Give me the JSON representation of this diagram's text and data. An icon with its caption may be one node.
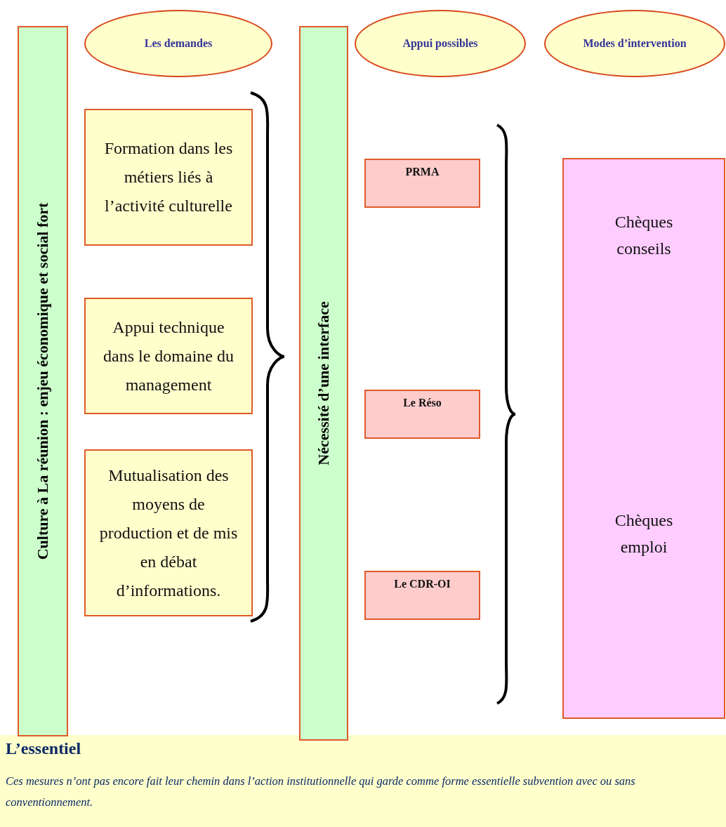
{
  "diagram": {
    "nodes": [
      {
        "text": [
          "Culture à La réunion : enjeu économique et social fort"
        ]
      },
      {
        "text": [
          "Les demandes"
        ]
      },
      {
        "text": [
          "Formation dans les métiers liés  à l’activité culturelle"
        ]
      },
      {
        "text": [
          "Appui technique dans le domaine du management"
        ]
      },
      {
        "text": [
          "Mutualisation des moyens de production et de mis en débat d’informations."
        ]
      },
      {
        "text": [
          "Nécessité d’une interface"
        ]
      },
      {
        "text": [
          "Appui possibles"
        ]
      },
      {
        "text": [
          "PRMA"
        ]
      },
      {
        "text": [
          "Le Réso"
        ]
      },
      {
        "text": [
          "Le CDR-OI"
        ]
      },
      {
        "text": [
          "Modes d’intervention"
        ]
      },
      {
        "text": [
          "Chèques conseils",
          "Chèques emploi"
        ]
      },
      {
        "text": [
          "L’essentiel",
          "Ces mesures n’ont pas encore fait leur chemin dans l’action institutionnelle qui garde comme forme essentielle subvention avec ou sans conventionnement."
        ]
      }
    ]
  }
}
